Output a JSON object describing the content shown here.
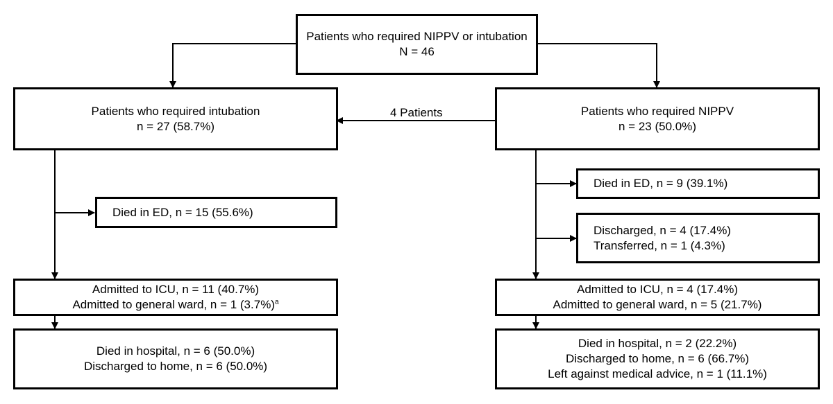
{
  "top": {
    "title": "Patients who required NIPPV or intubation",
    "count": "N = 46"
  },
  "intubation": {
    "title": "Patients who required intubation",
    "count": "n = 27 (58.7%)",
    "died_ed": "Died in ED, n = 15 (55.6%)",
    "admitted_icu": "Admitted to ICU, n = 11 (40.7%)",
    "admitted_ward": "Admitted to general ward, n = 1 (3.7%)",
    "admitted_ward_note": "a",
    "died_hospital": "Died in hospital, n = 6 (50.0%)",
    "discharged_home": "Discharged to home, n = 6 (50.0%)"
  },
  "nippv": {
    "title": "Patients who required NIPPV",
    "count": "n = 23 (50.0%)",
    "died_ed": "Died in ED, n = 9 (39.1%)",
    "discharged": "Discharged, n = 4 (17.4%)",
    "transferred": "Transferred, n = 1 (4.3%)",
    "admitted_icu": "Admitted to ICU, n = 4 (17.4%)",
    "admitted_ward": "Admitted to general ward, n = 5 (21.7%)",
    "died_hospital": "Died in hospital, n = 2 (22.2%)",
    "discharged_home": "Discharged to home, n = 6 (66.7%)",
    "left_ama": "Left against medical advice, n = 1 (11.1%)"
  },
  "crossover_label": "4 Patients"
}
